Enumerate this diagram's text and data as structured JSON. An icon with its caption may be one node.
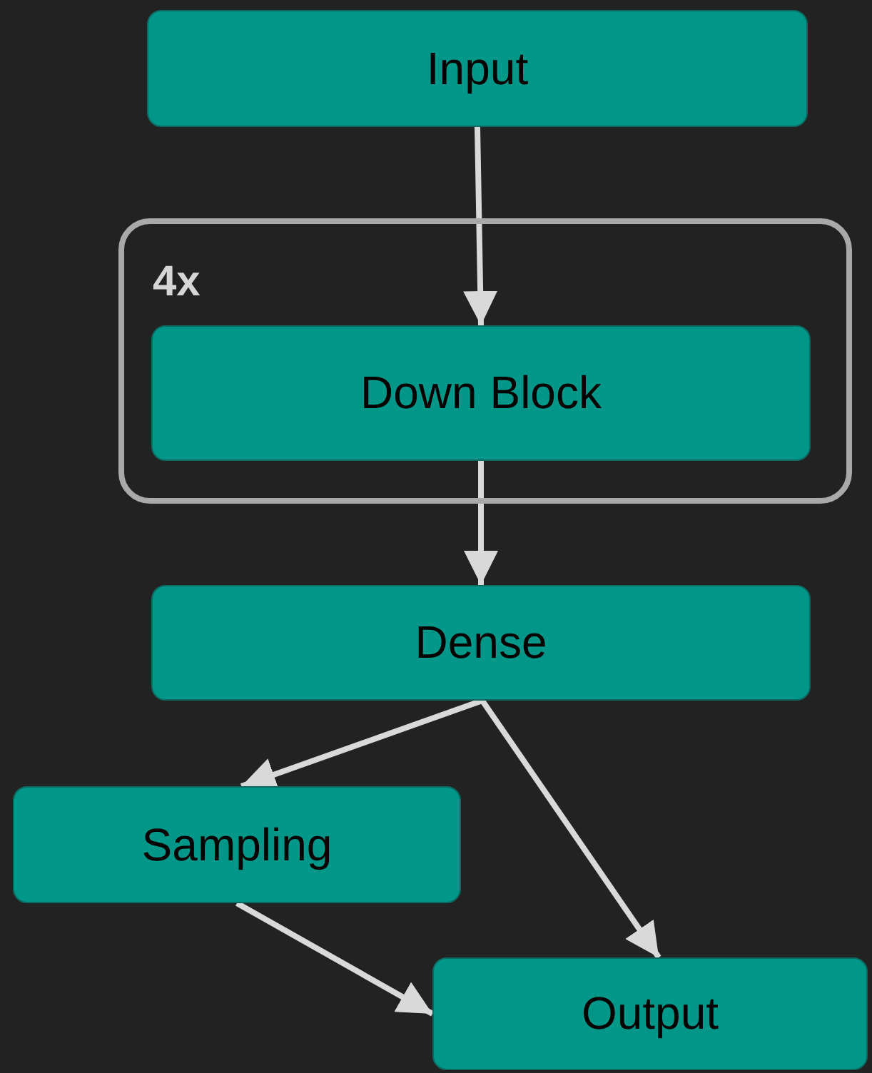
{
  "diagram": {
    "nodes": [
      {
        "text": [
          "Input"
        ]
      },
      {
        "text": [
          "4x"
        ]
      },
      {
        "text": [
          "Down Block"
        ],
        "in": 1
      },
      {
        "text": [
          "Dense"
        ]
      },
      {
        "text": [
          "Sampling"
        ]
      },
      {
        "text": [
          "Output"
        ]
      }
    ],
    "edges": [
      {
        "from": 0,
        "to": 2,
        "arrow": "to"
      },
      {
        "from": 2,
        "to": 3,
        "arrow": "to"
      },
      {
        "from": 3,
        "to": 4,
        "arrow": "to"
      },
      {
        "from": 3,
        "to": 5,
        "arrow": "to"
      },
      {
        "from": 4,
        "to": 5,
        "arrow": "to"
      }
    ]
  }
}
